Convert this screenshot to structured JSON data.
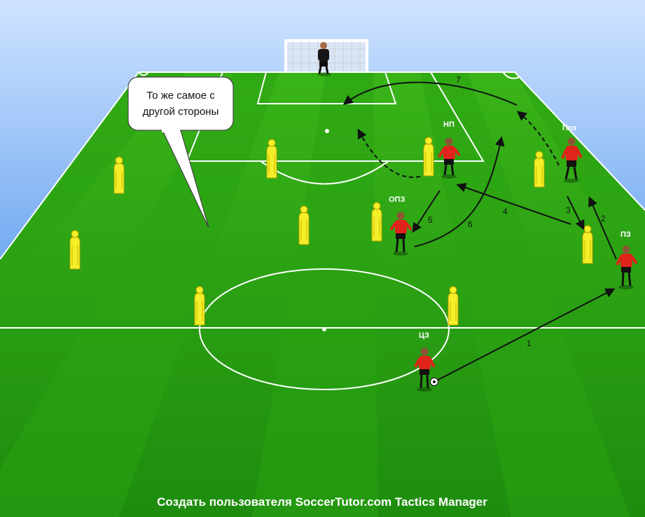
{
  "callout": {
    "line1": "То же самое с",
    "line2": "другой стороны"
  },
  "players": {
    "cz": "ЦЗ",
    "pz": "ПЗ",
    "ppz": "Ппз",
    "opz": "ОПЗ",
    "np": "НП"
  },
  "moves": {
    "m1": "1",
    "m2": "2",
    "m3": "3",
    "m4": "4",
    "m5": "5",
    "m6": "6",
    "m7": "7"
  },
  "footer": "Создать пользователя SoccerTutor.com Tactics Manager",
  "colors": {
    "sky_top": "#cfe3ff",
    "sky_bottom": "#3b80e4",
    "pitch_light": "#3cc41a",
    "pitch_dark": "#1f8f10",
    "line": "#ffffff",
    "shirt": "#e0231b",
    "keeper_kit": "#151515",
    "mannequin": "#f5ef2a",
    "arrow": "#111111"
  }
}
